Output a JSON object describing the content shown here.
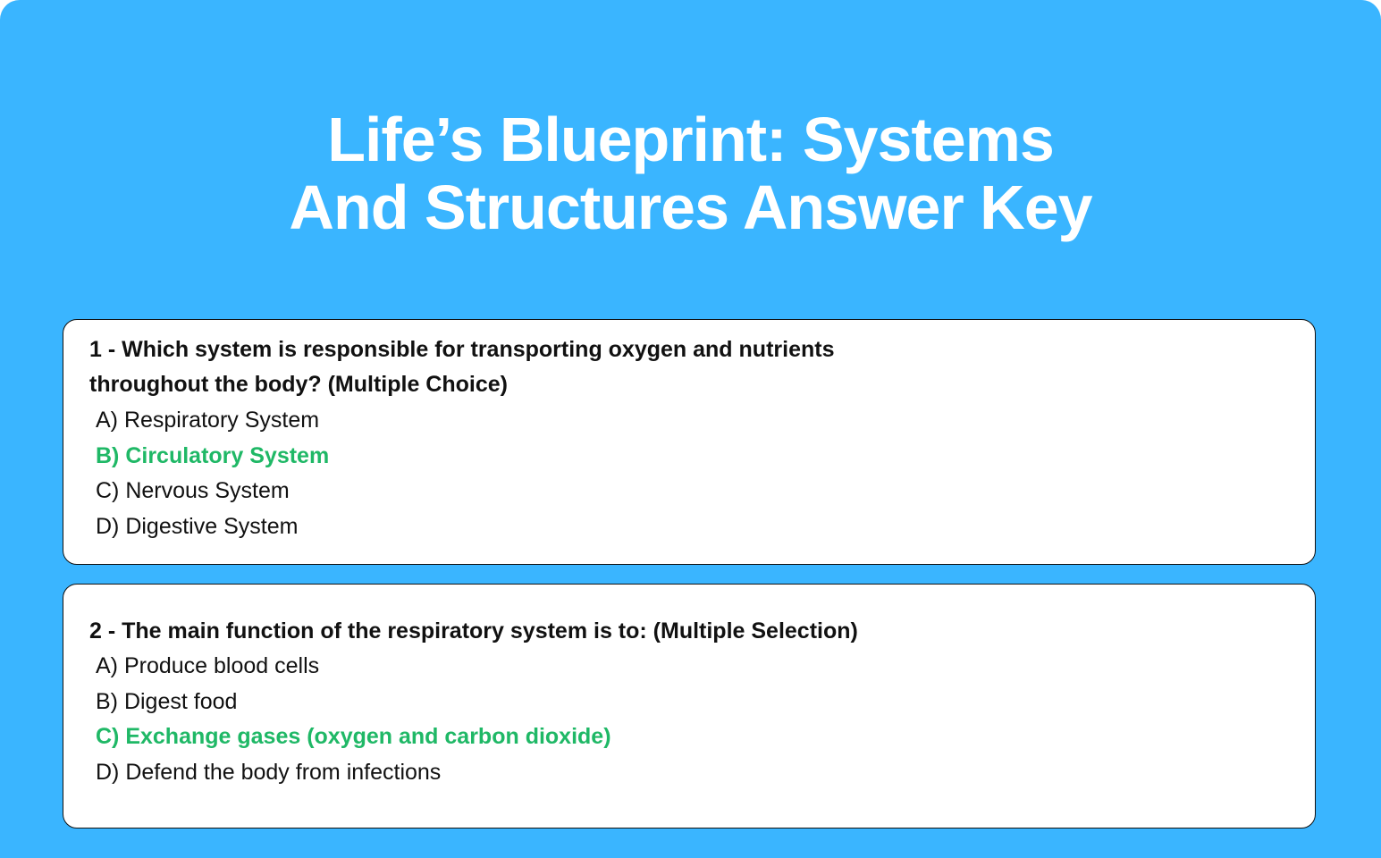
{
  "title_line1": "Life’s Blueprint: Systems",
  "title_line2": "And Structures Answer Key",
  "accent_color": "#3ab5ff",
  "correct_color": "#1fb866",
  "questions": [
    {
      "line1": "1 - Which system is responsible for transporting oxygen and nutrients",
      "line2": "throughout the body? (Multiple Choice)",
      "options": [
        "A) Respiratory System",
        "B) Circulatory System",
        "C) Nervous System",
        "D) Digestive System"
      ],
      "correct_index": 1
    },
    {
      "line1": "2 - The main function of the respiratory system is to: (Multiple Selection)",
      "options": [
        "A) Produce blood cells",
        "B) Digest food",
        "C) Exchange gases (oxygen and carbon dioxide)",
        "D) Defend the body from infections"
      ],
      "correct_index": 2
    }
  ]
}
